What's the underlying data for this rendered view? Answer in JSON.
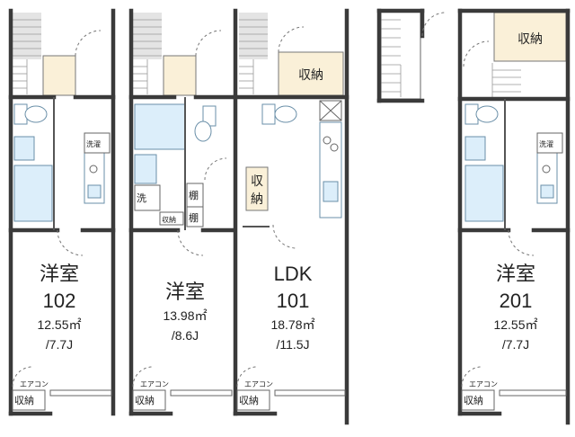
{
  "units": [
    {
      "room": "洋室",
      "number": "102",
      "area": "12.55㎡",
      "tatami": "/7.7J"
    },
    {
      "room": "洋室",
      "number": "",
      "area": "13.98㎡",
      "tatami": "/8.6J"
    },
    {
      "room": "LDK",
      "number": "101",
      "area": "18.78㎡",
      "tatami": "/11.5J"
    },
    {
      "room": "洋室",
      "number": "201",
      "area": "12.55㎡",
      "tatami": "/7.7J"
    }
  ],
  "labels": {
    "storage": "収納",
    "washroom": "洗",
    "washer": "洗濯",
    "shelf": "棚",
    "aircon": "エアコン"
  }
}
